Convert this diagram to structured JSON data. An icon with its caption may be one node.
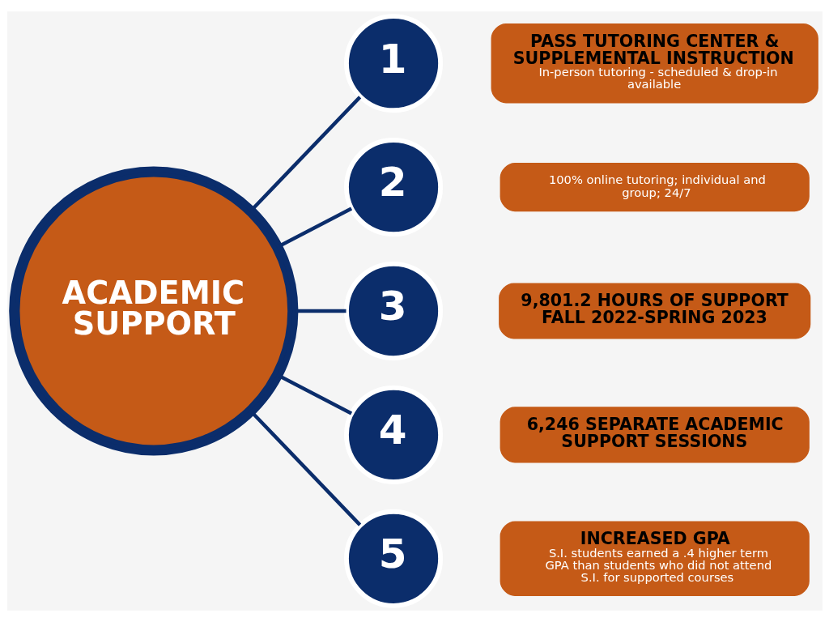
{
  "diagram": {
    "nodes": [
      {
        "text": [
          "ACADEMIC SUPPORT"
        ]
      },
      {
        "text": [
          "1"
        ]
      },
      {
        "text": [
          "PASS TUTORING CENTER & SUPPLEMENTAL INSTRUCTION",
          "In-person tutoring - scheduled & drop-in available"
        ]
      },
      {
        "text": [
          "2"
        ]
      },
      {
        "text": [
          "100% online tutoring; individual and group; 24/7"
        ]
      },
      {
        "text": [
          "3"
        ]
      },
      {
        "text": [
          "9,801.2 HOURS OF SUPPORT FALL 2022-SPRING 2023"
        ]
      },
      {
        "text": [
          "4"
        ]
      },
      {
        "text": [
          "6,246 SEPARATE ACADEMIC SUPPORT SESSIONS"
        ]
      },
      {
        "text": [
          "5"
        ]
      },
      {
        "text": [
          "INCREASED GPA",
          "S.I. students earned a .4 higher term GPA than students who did not attend S.I. for supported courses"
        ]
      }
    ],
    "edges": [
      {
        "from": 0,
        "to": 1,
        "arrow": "none"
      },
      {
        "from": 0,
        "to": 3,
        "arrow": "none"
      },
      {
        "from": 0,
        "to": 5,
        "arrow": "none"
      },
      {
        "from": 0,
        "to": 7,
        "arrow": "none"
      },
      {
        "from": 0,
        "to": 9,
        "arrow": "none"
      }
    ]
  }
}
